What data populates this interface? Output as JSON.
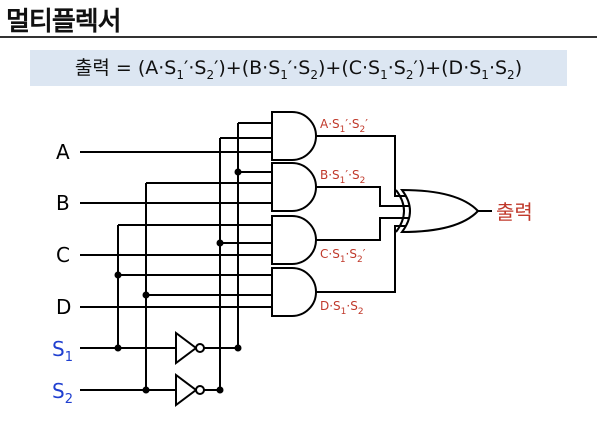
{
  "title": "멀티플렉서",
  "formula": {
    "parts": [
      {
        "t": "출력 = (A·S"
      },
      {
        "s": "1"
      },
      {
        "t": "′·S"
      },
      {
        "s": "2"
      },
      {
        "t": "′)+(B·S"
      },
      {
        "s": "1"
      },
      {
        "t": "′·S"
      },
      {
        "s": "2"
      },
      {
        "t": ")+(C·S"
      },
      {
        "s": "1"
      },
      {
        "t": "·S"
      },
      {
        "s": "2"
      },
      {
        "t": "′)+(D·S"
      },
      {
        "s": "1"
      },
      {
        "t": "·S"
      },
      {
        "s": "2"
      },
      {
        "t": ")"
      }
    ]
  },
  "inputs": {
    "a": "A",
    "b": "B",
    "c": "C",
    "d": "D",
    "s1": {
      "base": "S",
      "sub": "1"
    },
    "s2": {
      "base": "S",
      "sub": "2"
    }
  },
  "gate_labels": {
    "and1": {
      "p1": "A·S",
      "sub1": "1",
      "p2": "′·S",
      "sub2": "2",
      "p3": "′"
    },
    "and2": {
      "p1": "B·S",
      "sub1": "1",
      "p2": "′·S",
      "sub2": "2",
      "p3": ""
    },
    "and3": {
      "p1": "C·S",
      "sub1": "1",
      "p2": "·S",
      "sub2": "2",
      "p3": "′"
    },
    "and4": {
      "p1": "D·S",
      "sub1": "1",
      "p2": "·S",
      "sub2": "2",
      "p3": ""
    }
  },
  "output_label": "출력",
  "colors": {
    "wire": "#000000",
    "select_label": "#1f3fd0",
    "gate_label": "#c0392b",
    "output_label": "#c0392b",
    "formula_bg": "#dce6f2"
  }
}
